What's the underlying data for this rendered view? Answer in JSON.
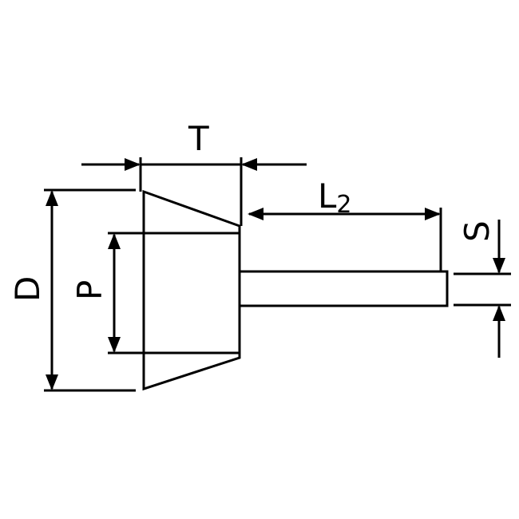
{
  "labels": {
    "T": "T",
    "L2_main": "L",
    "L2_sub": "2",
    "S": "S",
    "D": "D",
    "P": "P"
  },
  "colors": {
    "line": "#000000",
    "background": "#ffffff"
  }
}
